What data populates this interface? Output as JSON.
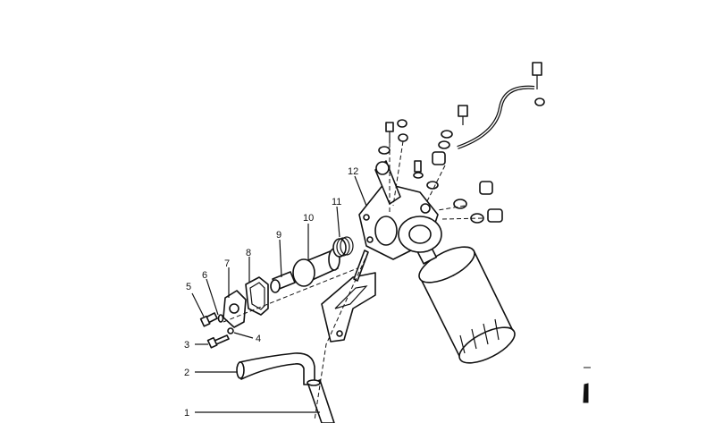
{
  "diagram": {
    "type": "exploded-parts-diagram",
    "labels": [
      "1",
      "2",
      "3",
      "4",
      "5",
      "6",
      "7",
      "8",
      "9",
      "10",
      "11",
      "12"
    ],
    "colors": {
      "line": "#111111",
      "background": "#ffffff"
    }
  }
}
